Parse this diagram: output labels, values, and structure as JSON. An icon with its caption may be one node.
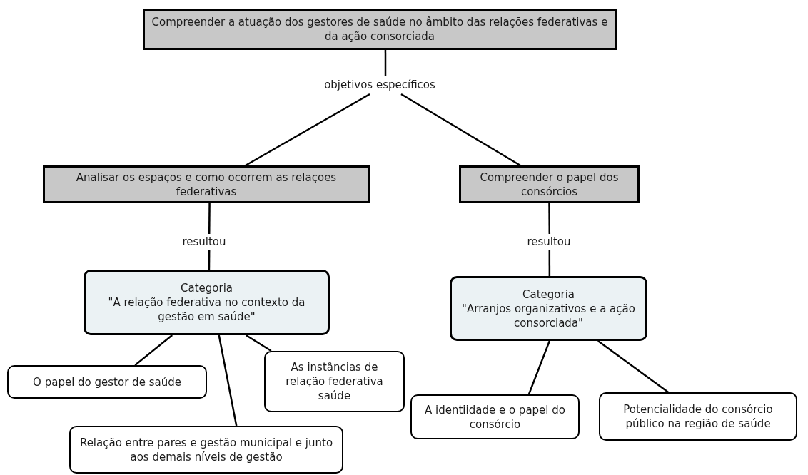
{
  "diagram": {
    "nodes": [
      {
        "text": [
          "Compreender a atuação dos gestores de saúde no âmbito das relações federativas e da ação consorciada"
        ]
      },
      {
        "text": [
          "objetivos específicos"
        ]
      },
      {
        "text": [
          "Analisar os espaços e como ocorrem as relações federativas"
        ]
      },
      {
        "text": [
          "Compreender o papel dos consórcios"
        ]
      },
      {
        "text": [
          "resultou"
        ]
      },
      {
        "text": [
          "resultou"
        ]
      },
      {
        "text": [
          "Categoria",
          "\"A relação federativa no contexto da gestão em saúde\""
        ]
      },
      {
        "text": [
          "Categoria",
          "\"Arranjos organizativos e a ação consorciada\""
        ]
      },
      {
        "text": [
          "O papel do gestor de saúde"
        ]
      },
      {
        "text": [
          "As instâncias de relação federativa saúde"
        ]
      },
      {
        "text": [
          "Relação entre pares e gestão municipal e junto aos demais níveis de gestão"
        ]
      },
      {
        "text": [
          "A identiidade e o papel do consórcio"
        ]
      },
      {
        "text": [
          "Potencialidade do consórcio público na região de saúde"
        ]
      }
    ],
    "edges": [
      {
        "from": 0,
        "to": 1,
        "arrow": "none"
      },
      {
        "from": 1,
        "to": 2,
        "arrow": "none"
      },
      {
        "from": 1,
        "to": 3,
        "arrow": "none"
      },
      {
        "from": 2,
        "to": 4,
        "arrow": "none"
      },
      {
        "from": 4,
        "to": 6,
        "arrow": "none"
      },
      {
        "from": 3,
        "to": 5,
        "arrow": "none"
      },
      {
        "from": 5,
        "to": 7,
        "arrow": "none"
      },
      {
        "from": 6,
        "to": 8,
        "arrow": "none"
      },
      {
        "from": 6,
        "to": 10,
        "arrow": "none"
      },
      {
        "from": 6,
        "to": 9,
        "arrow": "none"
      },
      {
        "from": 7,
        "to": 11,
        "arrow": "none"
      },
      {
        "from": 7,
        "to": 12,
        "arrow": "none"
      }
    ]
  }
}
